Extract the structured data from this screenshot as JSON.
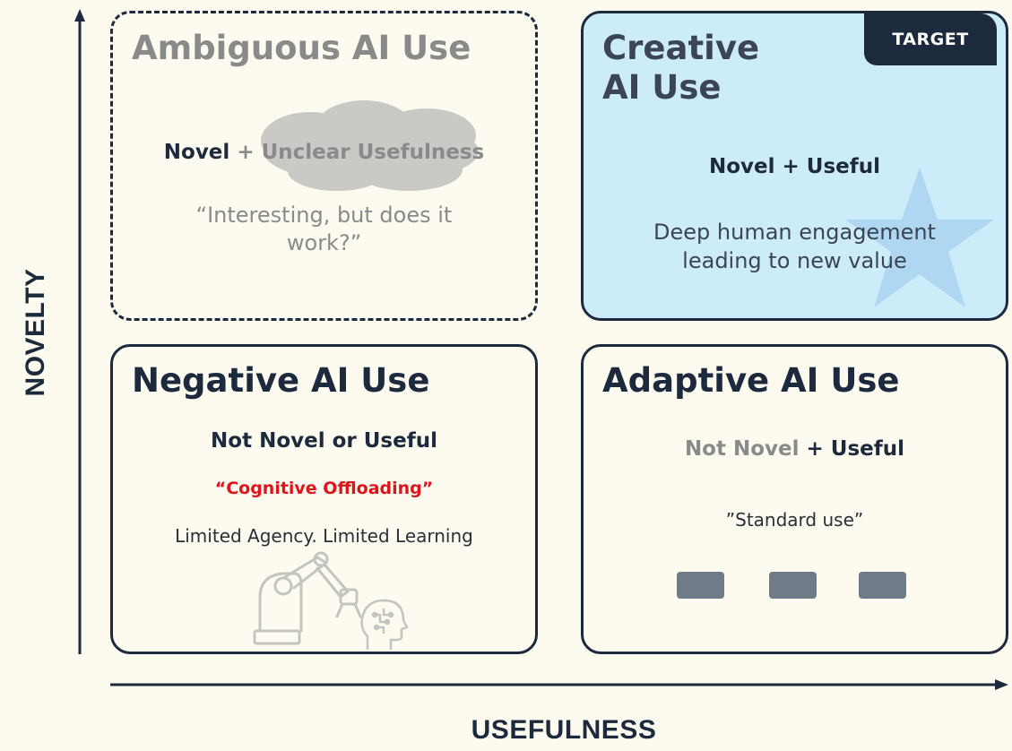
{
  "axes": {
    "y_label": "NOVELTY",
    "x_label": "USEFULNESS"
  },
  "quadrants": {
    "ambiguous": {
      "title": "Ambiguous AI Use",
      "sub_part1": "Novel",
      "sub_part2": "+ Unclear Usefulness",
      "desc": "“Interesting, but does it work?”"
    },
    "creative": {
      "title_line1": "Creative",
      "title_line2": "AI Use",
      "badge": "TARGET",
      "sub": "Novel + Useful",
      "desc": "Deep human engagement leading to new value"
    },
    "negative": {
      "title": "Negative AI Use",
      "sub": "Not Novel or Useful",
      "quote": "“Cognitive Offloading”",
      "desc": "Limited Agency. Limited Learning"
    },
    "adaptive": {
      "title": "Adaptive AI Use",
      "sub_part1": "Not Novel",
      "sub_part2": "+ Useful",
      "desc": "”Standard use”"
    }
  },
  "colors": {
    "navy": "#1d2a3e",
    "grey_text": "#8a8a8a",
    "creative_bg": "#cdecfa",
    "offloading_red": "#e0141b",
    "tile": "#6f7b86"
  },
  "icons": [
    "cloud-icon",
    "star-icon",
    "robot-arm-icon",
    "brain-head-icon"
  ]
}
